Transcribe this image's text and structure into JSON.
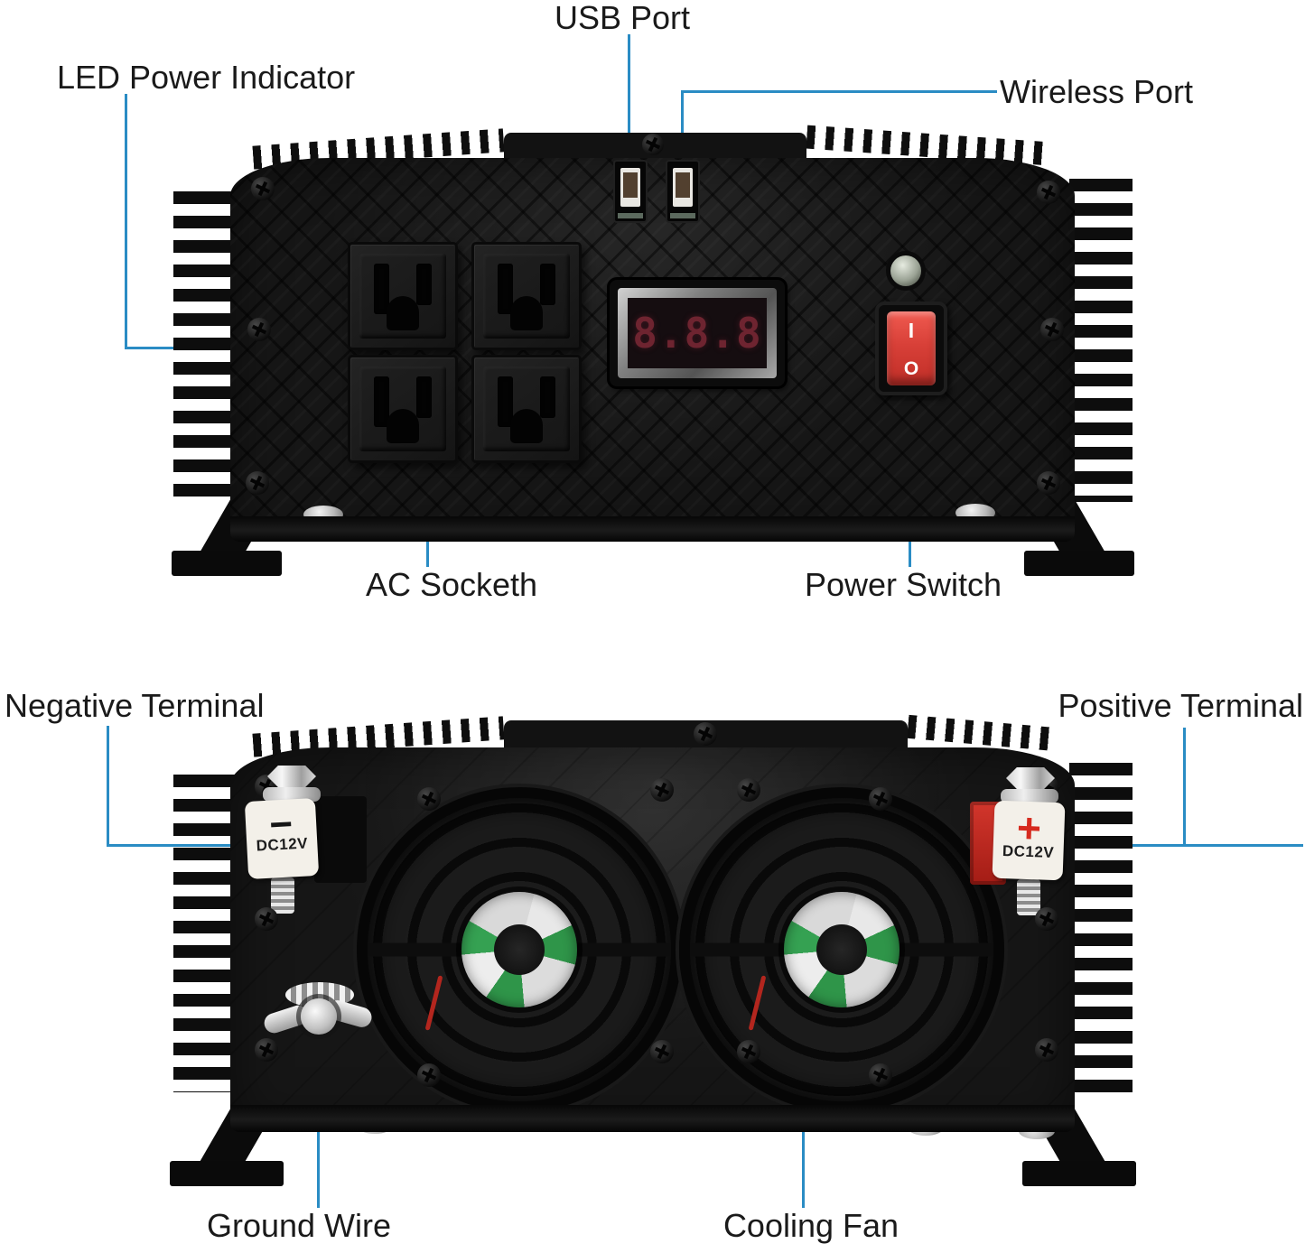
{
  "title": "Power inverter parts diagram",
  "colors": {
    "callout_line": "#2a8cc4",
    "label_text": "#1a1a1a",
    "device_body": "#161616",
    "switch_red": "#d84038",
    "terminal_white": "#f3f0e9",
    "positive_red": "#d62a1e",
    "led_digit": "#6e2430"
  },
  "front_view": {
    "labels": {
      "usb_port": "USB Port",
      "led_power_indicator": "LED Power Indicator",
      "wireless_port": "Wireless Port",
      "ac_socket": "AC Socketh",
      "power_switch": "Power Switch"
    },
    "display_digits": "8.8.8",
    "power_switch": {
      "on_symbol": "I",
      "off_symbol": "O"
    }
  },
  "rear_view": {
    "labels": {
      "negative_terminal": "Negative Terminal",
      "positive_terminal": "Positive Terminal",
      "ground_wire": "Ground Wire",
      "cooling_fan": "Cooling Fan"
    },
    "negative_terminal": {
      "polarity": "−",
      "voltage": "DC12V"
    },
    "positive_terminal": {
      "polarity": "+",
      "voltage": "DC12V"
    }
  }
}
